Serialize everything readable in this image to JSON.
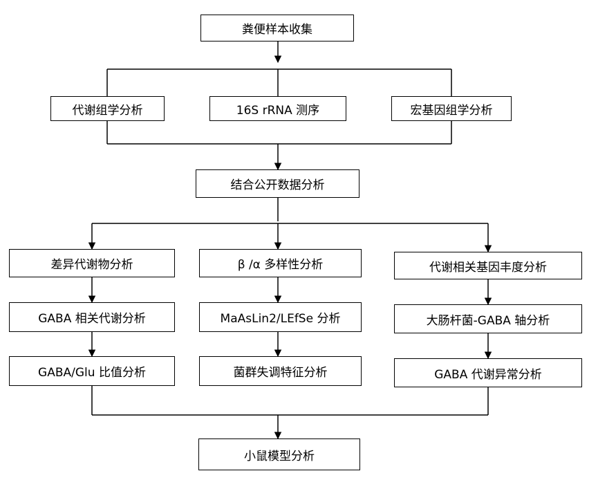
{
  "diagram": {
    "nodes": {
      "stool_sample_collection": "粪便样本收集",
      "metabolomics_analysis": "代谢组学分析",
      "sequencing_16s": "16S rRNA 测序",
      "metagenomics_analysis": "宏基因组学分析",
      "public_data_integration": "结合公开数据分析",
      "differential_metabolite_analysis": "差异代谢物分析",
      "diversity_analysis": "β /α 多样性分析",
      "metabolic_gene_abundance_analysis": "代谢相关基因丰度分析",
      "gaba_metabolism_analysis": "GABA 相关代谢分析",
      "maaslin_lefse_analysis": "MaAsLin2/LEfSe 分析",
      "gut_brain_gaba_axis_analysis": "大肠杆菌-GABA 轴分析",
      "gaba_glu_ratio_analysis": "GABA/Glu 比值分析",
      "dysbiosis_feature_analysis": "菌群失调特征分析",
      "gaba_abnormality_analysis": "GABA 代谢异常分析",
      "mouse_model_analysis": "小鼠模型分析"
    },
    "colors": {
      "line": "#000000",
      "box_border": "#000000",
      "box_fill": "#ffffff",
      "text": "#000000"
    }
  }
}
